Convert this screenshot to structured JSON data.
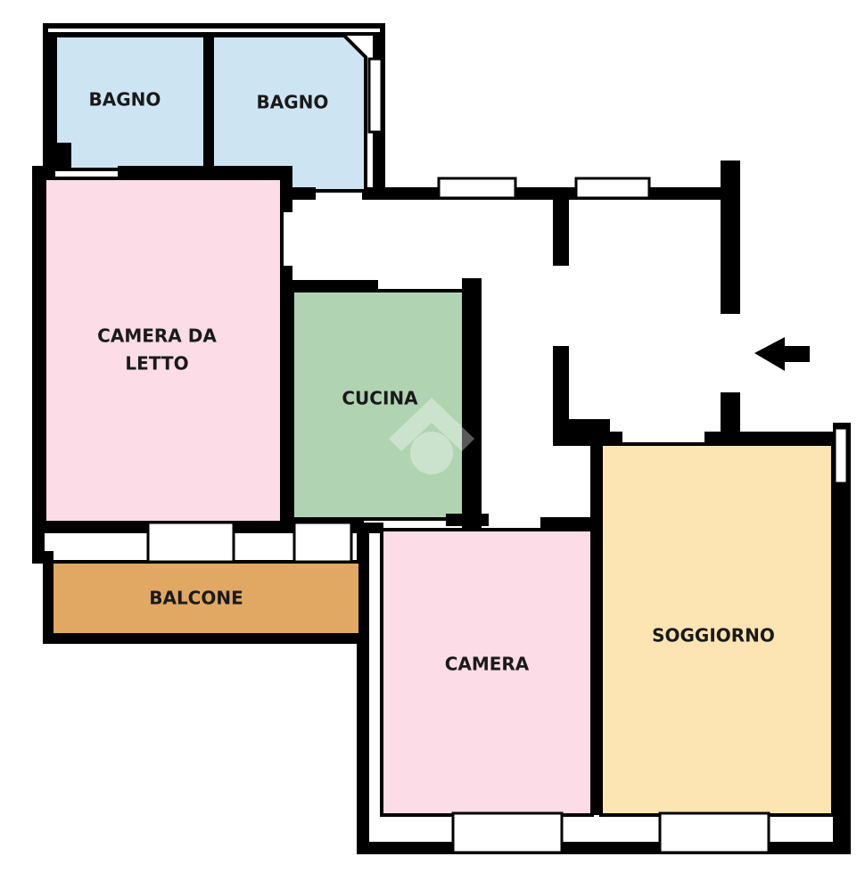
{
  "rooms": {
    "bagno_left": {
      "label": "BAGNO",
      "color": "#cde5f2"
    },
    "bagno_right": {
      "label": "BAGNO",
      "color": "#cde5f2"
    },
    "camera_letto": {
      "label_line1": "CAMERA DA",
      "label_line2": "LETTO",
      "color": "#fcdce6"
    },
    "cucina": {
      "label": "CUCINA",
      "color": "#b0d4b2"
    },
    "balcone": {
      "label": "BALCONE",
      "color": "#e0a862"
    },
    "camera": {
      "label": "CAMERA",
      "color": "#fcdce6"
    },
    "soggiorno": {
      "label": "SOGGIORNO",
      "color": "#fde4b3"
    }
  },
  "entrance": {
    "icon": "arrow-left-icon",
    "color": "#000000"
  },
  "colors": {
    "wall": "#000000",
    "background": "#ffffff"
  }
}
